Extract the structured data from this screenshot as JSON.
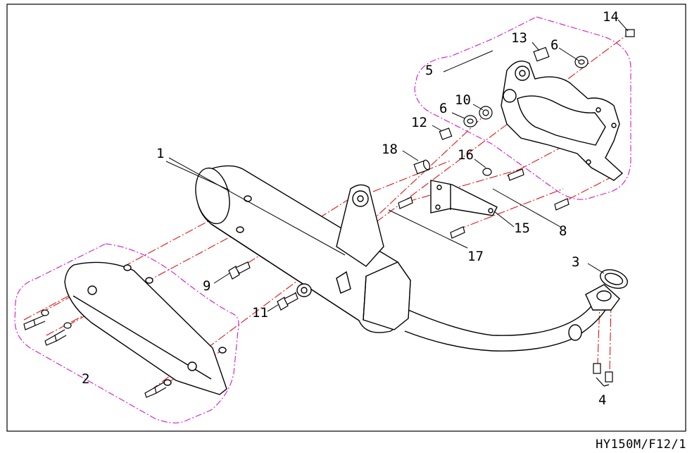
{
  "drawing_code": "HY150M/F12/1",
  "colors": {
    "outline": "#000000",
    "group_boundary": "#cc00cc",
    "centerline": "#dd0000"
  },
  "callouts": [
    {
      "id": "1",
      "label": "1"
    },
    {
      "id": "2",
      "label": "2"
    },
    {
      "id": "3",
      "label": "3"
    },
    {
      "id": "4",
      "label": "4"
    },
    {
      "id": "5",
      "label": "5"
    },
    {
      "id": "6a",
      "label": "6"
    },
    {
      "id": "6b",
      "label": "6"
    },
    {
      "id": "8",
      "label": "8"
    },
    {
      "id": "9",
      "label": "9"
    },
    {
      "id": "10",
      "label": "10"
    },
    {
      "id": "11",
      "label": "11"
    },
    {
      "id": "12",
      "label": "12"
    },
    {
      "id": "13",
      "label": "13"
    },
    {
      "id": "14",
      "label": "14"
    },
    {
      "id": "15",
      "label": "15"
    },
    {
      "id": "16",
      "label": "16"
    },
    {
      "id": "17",
      "label": "17"
    },
    {
      "id": "18",
      "label": "18"
    }
  ]
}
